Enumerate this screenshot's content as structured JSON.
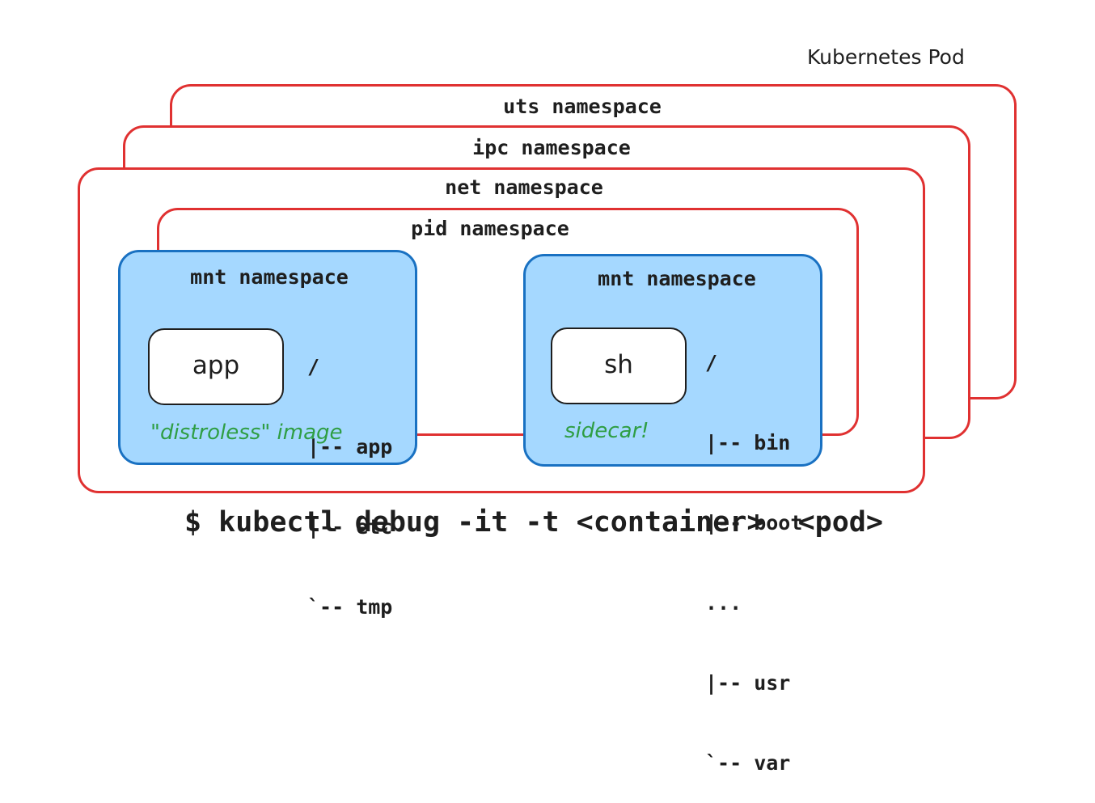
{
  "pod_label": "Kubernetes Pod",
  "namespaces": {
    "uts": "uts namespace",
    "ipc": "ipc namespace",
    "net": "net namespace",
    "pid": "pid namespace"
  },
  "left_container": {
    "mnt_label": "mnt namespace",
    "process": "app",
    "tree": [
      "/",
      "|-- app",
      "|-- etc",
      "`-- tmp"
    ],
    "note": "\"distroless\" image"
  },
  "right_container": {
    "mnt_label": "mnt namespace",
    "process": "sh",
    "tree": [
      "/",
      "|-- bin",
      "|-- boot",
      "...",
      "|-- usr",
      "`-- var"
    ],
    "note": "sidecar!"
  },
  "command": "$ kubectl debug -it -t <container>  <pod>",
  "colors": {
    "namespace_border": "#e03131",
    "mnt_border": "#1971c2",
    "mnt_fill": "#a5d8ff",
    "note": "#2f9e44"
  }
}
